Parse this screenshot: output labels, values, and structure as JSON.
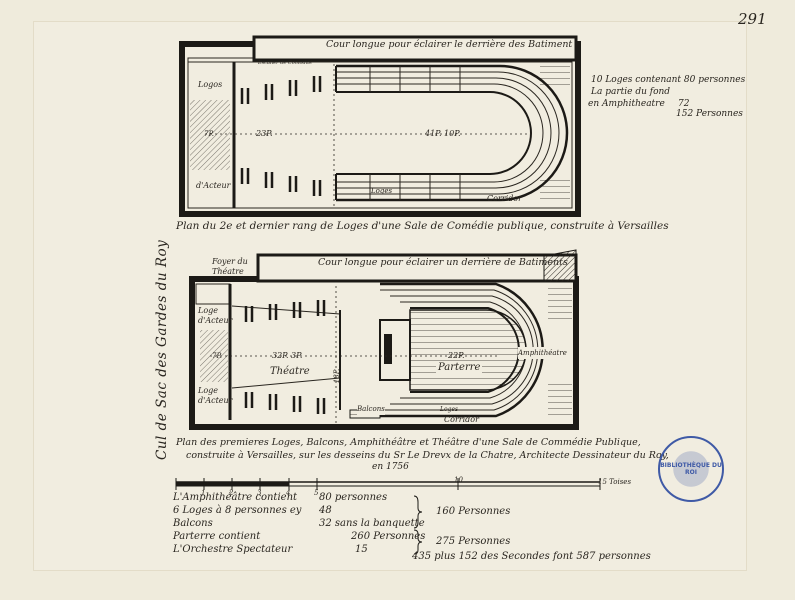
{
  "page_number": "291",
  "top_plan": {
    "caption": "Plan du 2e et dernier rang de Loges d'une Sale de Comédie publique, construite à Versailles",
    "court_label": "Cour longue pour éclairer le derrière des Batiment",
    "stair_label": "Escalier de Comodité",
    "logos_label": "Logos",
    "actor_label": "d'Acteur",
    "logos_inner_label": "Loges",
    "corridor_label": "Corridor",
    "dim_left": "23P.",
    "dim_right": "41P. 10P.",
    "dim_small": "7P."
  },
  "top_notes": {
    "line1": "10 Loges contenant 80 personnes",
    "line2": "La partie du fond",
    "line3": "en Amphitheatre",
    "line3_value": "72",
    "line4": "152 Personnes"
  },
  "bottom_plan": {
    "caption_line1": "Plan des premieres Loges, Balcons, Amphithéâtre et Théâtre d'une Sale de Commédie Publique,",
    "caption_line2": "construite à Versailles, sur les desseins du Sr Le Drevx de la Chatre, Architecte Dessinateur du Roy,",
    "caption_line3": "en 1756",
    "court_label": "Cour longue pour éclairer un derrière de Batiments",
    "foyer_label": "Foyer du Théatre",
    "loge_actor_top": "Loge d'Acteur",
    "loge_actor_bottom": "Loge d'Acteur",
    "theatre_label": "Théatre",
    "parterre_label": "Parterre",
    "amphitheatre_label": "Amphithéatre",
    "balcons_label": "Balcons",
    "loges_label": "Loges",
    "corridor_label": "Corridor",
    "dim_stage": "32P. 3P.",
    "dim_hall": "22P.",
    "dim_small": "7P.",
    "dim_vert": "18P."
  },
  "side_text": "Cul de Sac des Gardes du Roy",
  "scale": {
    "ticks": [
      "1",
      "2",
      "3",
      "4",
      "5",
      "10",
      "15 Toises"
    ]
  },
  "capacity_table": [
    {
      "label": "L'Amphithéâtre contient",
      "value": "80 personnes"
    },
    {
      "label": "6 Loges à 8 personnes ey",
      "value": "48"
    },
    {
      "label": "Balcons",
      "value": "32 sans la banquette"
    },
    {
      "label": "Parterre contient",
      "value": "260 Personnes"
    },
    {
      "label": "L'Orchestre Spectateur",
      "value": "15"
    }
  ],
  "group_totals": {
    "first": "160 Personnes",
    "second": "275 Personnes",
    "final": "435 plus 152 des Secondes font 587 personnes"
  },
  "stamp_text": "BIBLIOTHÈQUE DU ROI",
  "colors": {
    "ink": "#2a2620",
    "paper": "#f1ede0",
    "stamp": "#3f5aa6"
  }
}
